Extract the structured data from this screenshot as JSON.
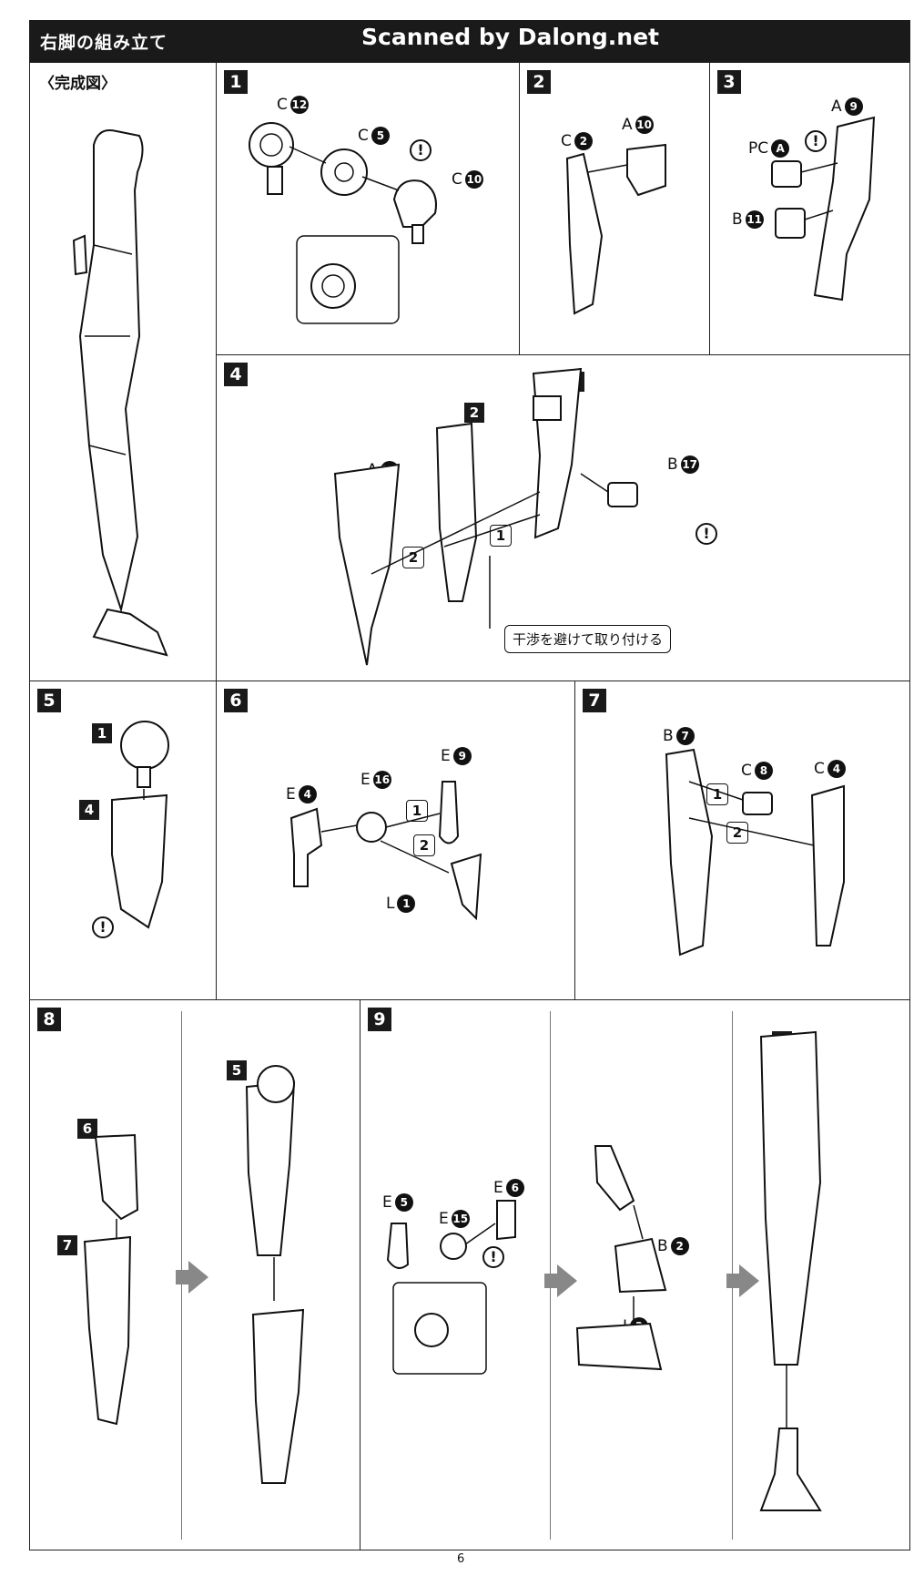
{
  "header": {
    "title": "右脚の組み立て",
    "watermark": "Scanned by Dalong.net"
  },
  "complete": {
    "label": "〈完成図〉"
  },
  "steps": {
    "s1": {
      "num": "1",
      "parts": [
        {
          "letter": "C",
          "num": "12"
        },
        {
          "letter": "C",
          "num": "5"
        },
        {
          "letter": "C",
          "num": "10"
        }
      ]
    },
    "s2": {
      "num": "2",
      "parts": [
        {
          "letter": "C",
          "num": "2"
        },
        {
          "letter": "A",
          "num": "10"
        }
      ]
    },
    "s3": {
      "num": "3",
      "parts": [
        {
          "letter": "A",
          "num": "9"
        },
        {
          "letter": "PC",
          "num": "A"
        },
        {
          "letter": "B",
          "num": "11"
        }
      ]
    },
    "s4": {
      "num": "4",
      "sub_a": "3",
      "sub_b": "2",
      "parts": [
        {
          "letter": "A",
          "num": "12"
        },
        {
          "letter": "B",
          "num": "17"
        }
      ],
      "order1": "1",
      "order2": "2",
      "note": "干渉を避けて取り付ける"
    },
    "s5": {
      "num": "5",
      "sub_a": "1",
      "sub_b": "4"
    },
    "s6": {
      "num": "6",
      "parts": [
        {
          "letter": "E",
          "num": "4"
        },
        {
          "letter": "E",
          "num": "16"
        },
        {
          "letter": "E",
          "num": "9"
        },
        {
          "letter": "L",
          "num": "1"
        }
      ],
      "order1": "1",
      "order2": "2"
    },
    "s7": {
      "num": "7",
      "parts": [
        {
          "letter": "B",
          "num": "7"
        },
        {
          "letter": "C",
          "num": "8"
        },
        {
          "letter": "C",
          "num": "4"
        }
      ],
      "order1": "1",
      "order2": "2"
    },
    "s8": {
      "num": "8",
      "sub_a": "6",
      "sub_b": "7",
      "sub_c": "5"
    },
    "s9": {
      "num": "9",
      "parts": [
        {
          "letter": "E",
          "num": "5"
        },
        {
          "letter": "E",
          "num": "15"
        },
        {
          "letter": "E",
          "num": "6"
        },
        {
          "letter": "B",
          "num": "2"
        },
        {
          "letter": "J",
          "num": "3"
        }
      ],
      "sub_a": "8"
    }
  },
  "page_number": "6"
}
